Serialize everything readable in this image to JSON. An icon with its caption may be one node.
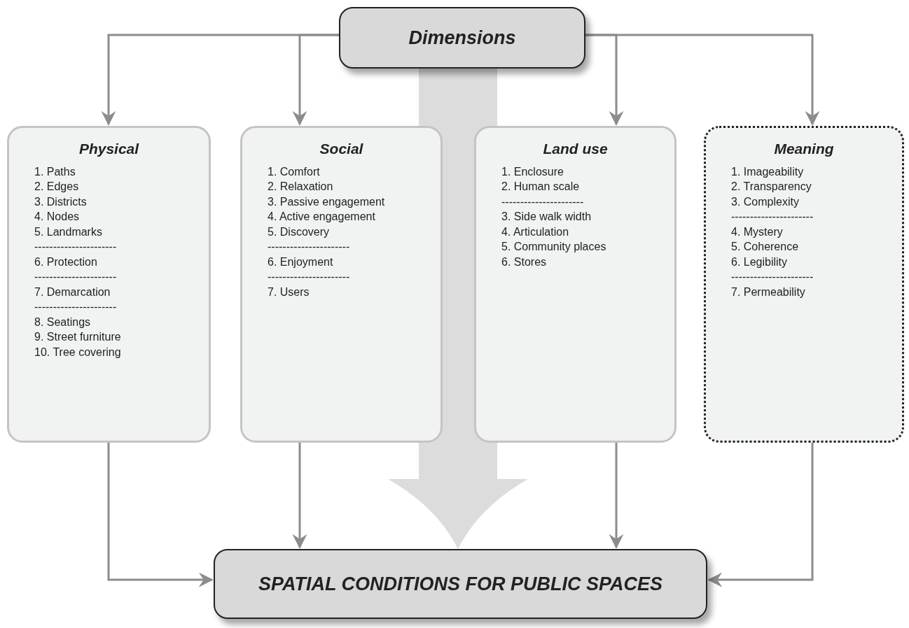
{
  "diagram": {
    "nodes": [
      {
        "text": [
          "Dimensions"
        ]
      },
      {
        "text": [
          "Physical",
          "1. Paths",
          "2. Edges",
          "3. Districts",
          "4. Nodes",
          "5. Landmarks",
          "----------------------",
          "6. Protection",
          "----------------------",
          "7. Demarcation",
          "----------------------",
          "8. Seatings",
          "9. Street furniture",
          "10. Tree covering"
        ]
      },
      {
        "text": [
          "Social",
          "1. Comfort",
          "2. Relaxation",
          "3. Passive engagement",
          "4. Active engagement",
          "5. Discovery",
          "----------------------",
          "6. Enjoyment",
          "----------------------",
          "7. Users"
        ]
      },
      {
        "text": [
          "Land use",
          "1. Enclosure",
          "2. Human scale",
          "----------------------",
          "3. Side walk width",
          "4. Articulation",
          "5. Community places",
          "6. Stores"
        ]
      },
      {
        "text": [
          "Meaning",
          "1. Imageability",
          "2. Transparency",
          "3. Complexity",
          "----------------------",
          "4. Mystery",
          "5. Coherence",
          "6. Legibility",
          "----------------------",
          "7. Permeability"
        ]
      },
      {
        "text": [
          "SPATIAL CONDITIONS FOR PUBLIC SPACES"
        ]
      }
    ],
    "edges": [
      {
        "from": 0,
        "to": 1,
        "arrow": "to"
      },
      {
        "from": 0,
        "to": 2,
        "arrow": "to"
      },
      {
        "from": 0,
        "to": 3,
        "arrow": "to"
      },
      {
        "from": 0,
        "to": 4,
        "arrow": "to"
      },
      {
        "from": 1,
        "to": 5,
        "arrow": "to"
      },
      {
        "from": 2,
        "to": 5,
        "arrow": "to"
      },
      {
        "from": 3,
        "to": 5,
        "arrow": "to"
      },
      {
        "from": 4,
        "to": 5,
        "arrow": "to"
      },
      {
        "from": 0,
        "to": 5,
        "arrow": "to",
        "style": "thick",
        "color": "#dcdcdc"
      }
    ]
  }
}
